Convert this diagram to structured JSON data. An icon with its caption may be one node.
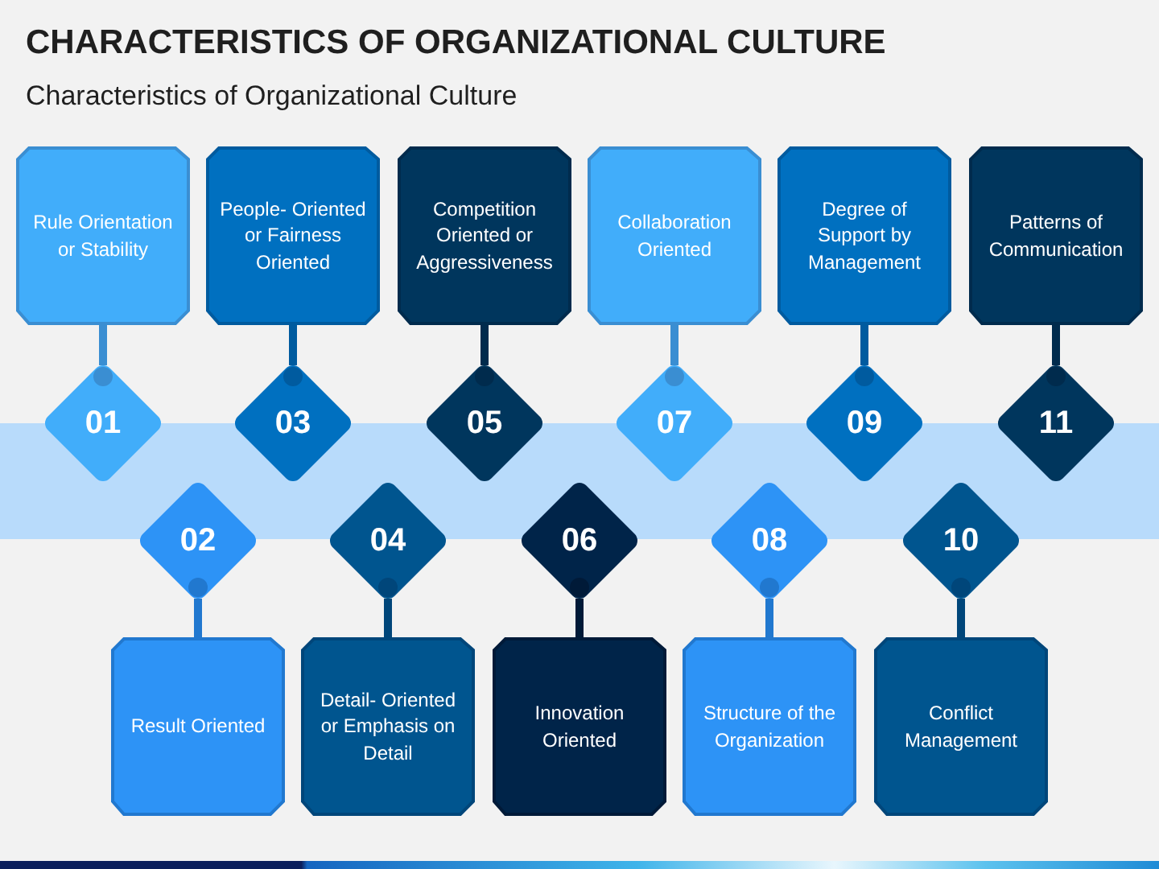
{
  "diagram": {
    "title": "CHARACTERISTICS OF ORGANIZATIONAL CULTURE",
    "nodes": [
      {
        "text": [
          "Rule Orientation or Stability"
        ]
      },
      {
        "text": [
          "People- Oriented or Fairness Oriented"
        ]
      },
      {
        "text": [
          "Competition Oriented or Aggressiveness"
        ]
      },
      {
        "text": [
          "Collaboration Oriented"
        ]
      },
      {
        "text": [
          "Degree of Support by Management"
        ]
      },
      {
        "text": [
          "Patterns of Communication"
        ]
      },
      {
        "text": [
          "01"
        ]
      },
      {
        "text": [
          "03"
        ]
      },
      {
        "text": [
          "05"
        ]
      },
      {
        "text": [
          "07"
        ]
      },
      {
        "text": [
          "09"
        ]
      },
      {
        "text": [
          "11"
        ]
      },
      {
        "text": [
          "02"
        ]
      },
      {
        "text": [
          "04"
        ]
      },
      {
        "text": [
          "06"
        ]
      },
      {
        "text": [
          "08"
        ]
      },
      {
        "text": [
          "10"
        ]
      },
      {
        "text": [
          "Result Oriented"
        ]
      },
      {
        "text": [
          "Detail- Oriented or Emphasis on Detail"
        ]
      },
      {
        "text": [
          "Innovation Oriented"
        ]
      },
      {
        "text": [
          "Structure of the Organization"
        ]
      },
      {
        "text": [
          "Conflict Management"
        ]
      },
      {
        "text": [],
        "shape": "band"
      }
    ],
    "edges": [
      {
        "from": 0,
        "to": 6,
        "arrow": "other",
        "color": "#3a8ed2"
      },
      {
        "from": 1,
        "to": 7,
        "arrow": "other",
        "color": "#005b9f"
      },
      {
        "from": 2,
        "to": 8,
        "arrow": "other",
        "color": "#002b4d"
      },
      {
        "from": 3,
        "to": 9,
        "arrow": "other",
        "color": "#3a8ed2"
      },
      {
        "from": 4,
        "to": 10,
        "arrow": "other",
        "color": "#005b9f"
      },
      {
        "from": 5,
        "to": 11,
        "arrow": "other",
        "color": "#002b4d"
      },
      {
        "from": 17,
        "to": 12,
        "arrow": "other",
        "color": "#2178cf"
      },
      {
        "from": 18,
        "to": 13,
        "arrow": "other",
        "color": "#00467a"
      },
      {
        "from": 19,
        "to": 14,
        "arrow": "other",
        "color": "#001a38"
      },
      {
        "from": 20,
        "to": 15,
        "arrow": "other",
        "color": "#2178cf"
      },
      {
        "from": 21,
        "to": 16,
        "arrow": "other",
        "color": "#00467a"
      }
    ],
    "labels": [
      "Characteristics of Organizational Culture"
    ]
  }
}
